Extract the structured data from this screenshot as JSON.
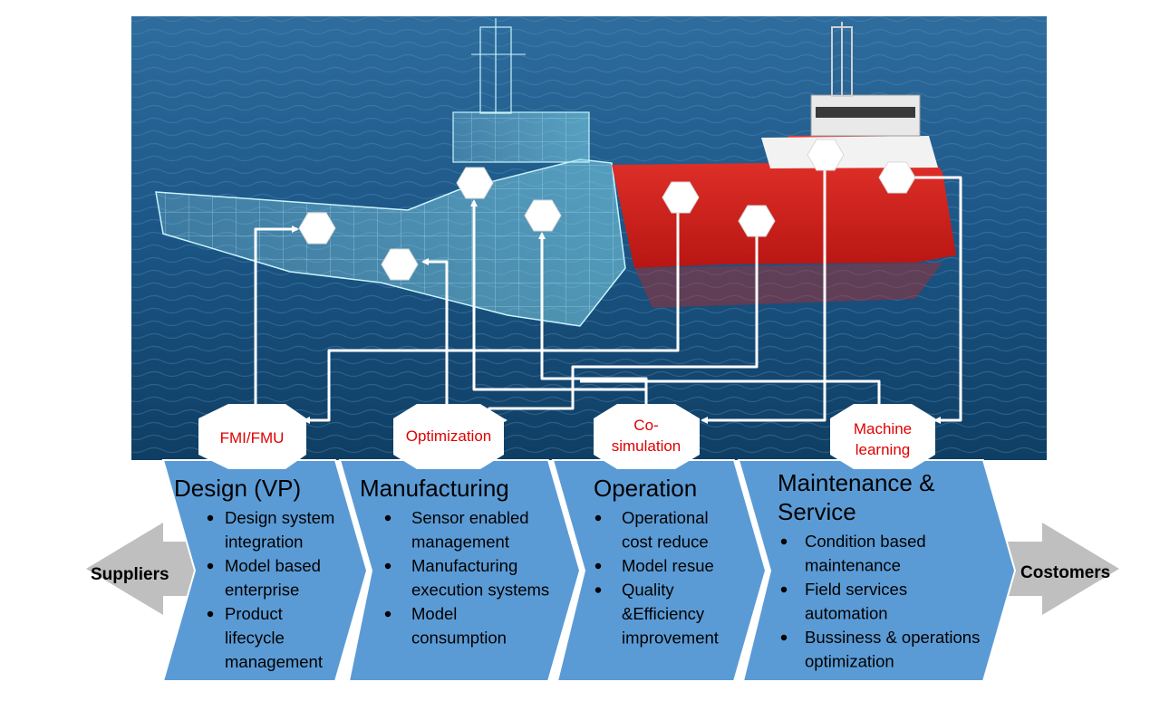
{
  "flow": {
    "left_label": "Suppliers",
    "right_label": "Costomers"
  },
  "stages": [
    {
      "title_lines": [
        "Design (VP)"
      ],
      "items": [
        [
          "Design system",
          "integration"
        ],
        [
          "Model based",
          "enterprise"
        ],
        [
          "Product",
          "lifecycle",
          "management"
        ]
      ]
    },
    {
      "title_lines": [
        "Manufacturing"
      ],
      "items": [
        [
          "Sensor enabled",
          "management"
        ],
        [
          "Manufacturing",
          "execution systems"
        ],
        [
          "Model",
          "consumption"
        ]
      ]
    },
    {
      "title_lines": [
        "Operation"
      ],
      "items": [
        [
          "Operational",
          "cost reduce"
        ],
        [
          "Model resue"
        ],
        [
          "Quality",
          "&Efficiency",
          "improvement"
        ]
      ]
    },
    {
      "title_lines": [
        "Maintenance &",
        "Service"
      ],
      "items": [
        [
          "Condition based",
          "maintenance"
        ],
        [
          "Field services",
          "automation"
        ],
        [
          "Bussiness & operations",
          "optimization"
        ]
      ]
    }
  ],
  "tools": [
    {
      "label_lines": [
        "FMI/FMU"
      ]
    },
    {
      "label_lines": [
        "Optimization"
      ]
    },
    {
      "label_lines": [
        "Co-",
        "simulation"
      ]
    },
    {
      "label_lines": [
        "Machine",
        "learning"
      ]
    }
  ],
  "colors": {
    "stage_fill": "#5b9bd5",
    "stage_stroke": "#ffffff",
    "side_arrow": "#bfbfbf",
    "tool_text": "#e00000",
    "connector": "#ffffff",
    "sea_dark": "#0f3e63",
    "sea_light": "#3b78a6",
    "hull_red": "#d9221e",
    "wireframe": "#7fd3e6"
  }
}
